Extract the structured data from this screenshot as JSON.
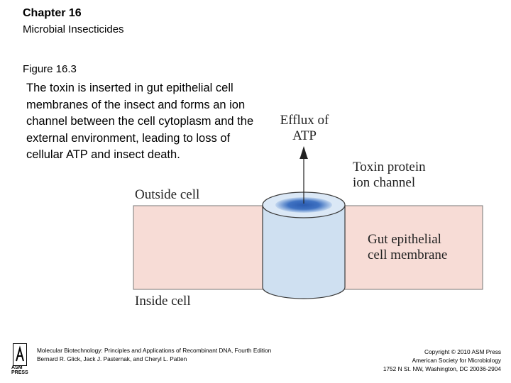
{
  "header": {
    "chapter": "Chapter 16",
    "subtitle": "Microbial Insecticides",
    "figure": "Figure 16.3",
    "caption": "The toxin is inserted in gut epithelial cell membranes of the insect and forms an ion channel between the cell cytoplasm and the external environment, leading to loss of cellular ATP and insect death."
  },
  "diagram": {
    "efflux_line1": "Efflux of",
    "efflux_line2": "ATP",
    "toxin_line1": "Toxin protein",
    "toxin_line2": "ion channel",
    "outside": "Outside cell",
    "inside": "Inside cell",
    "membrane_line1": "Gut epithelial",
    "membrane_line2": "cell membrane",
    "colors": {
      "membrane": "#f7dcd6",
      "membrane_border": "#555555",
      "channel_fill": "#cfe0f1",
      "channel_stroke": "#3a3a3a",
      "pore_dark": "#1f4fa6",
      "pore_light": "#c4d8f0"
    }
  },
  "footer": {
    "left_line1": "Molecular Biotechnology: Principles and Applications of Recombinant DNA, Fourth Edition",
    "left_line2": "Bernard R. Glick, Jack J. Pasternak, and Cheryl L. Patten",
    "right_line1": "Copyright © 2010 ASM Press",
    "right_line2": "American Society for Microbiology",
    "right_line3": "1752 N St. NW, Washington, DC 20036-2904",
    "logo_line1": "ASM",
    "logo_line2": "PRESS"
  }
}
